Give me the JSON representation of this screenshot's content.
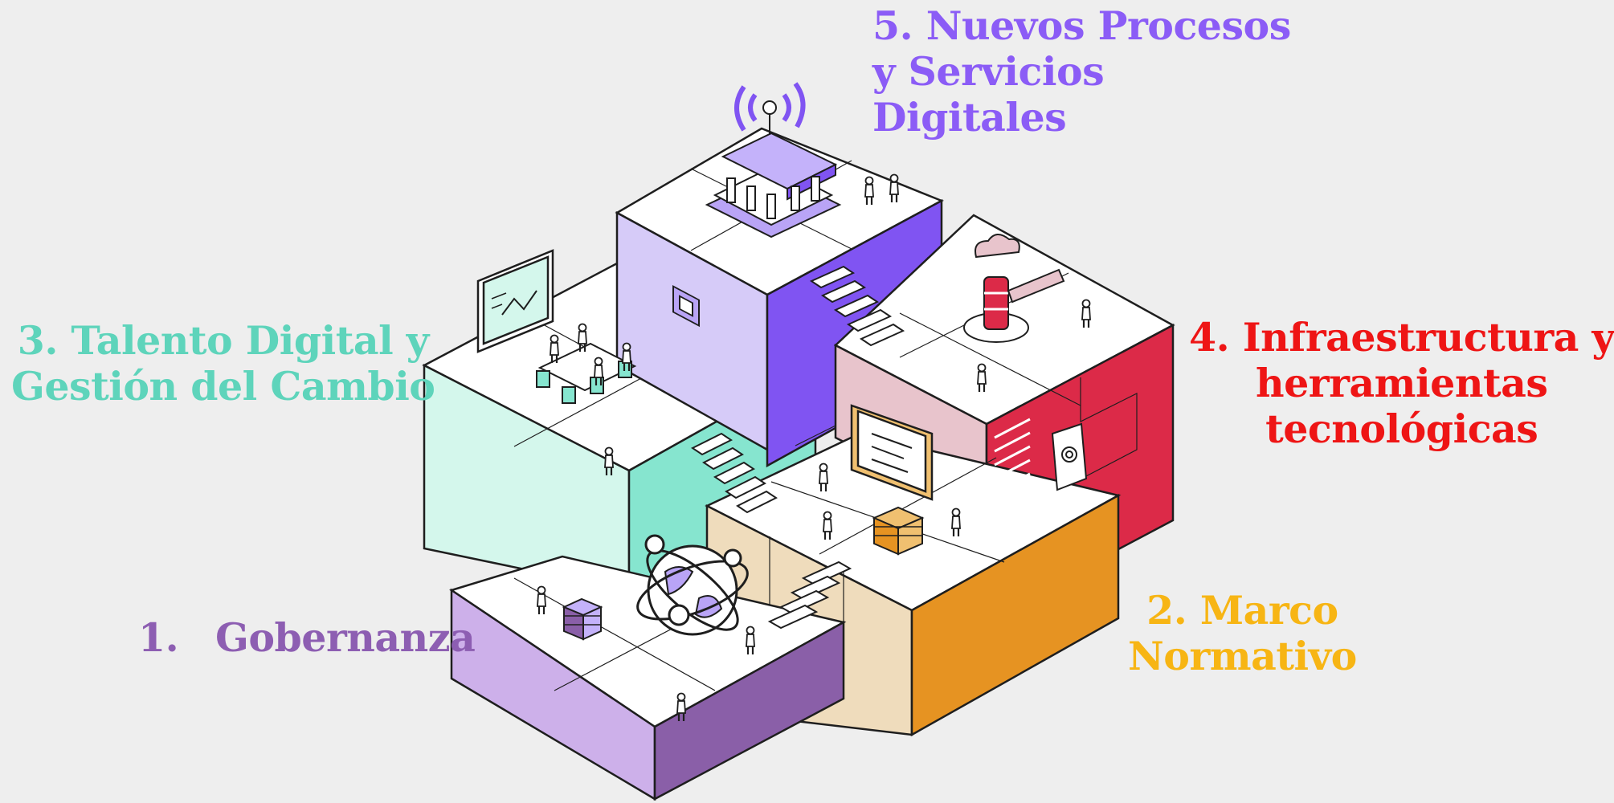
{
  "diagram": {
    "labels": {
      "pillar1": {
        "number": "1.",
        "text": "Gobernanza",
        "color": "#8d5eb2"
      },
      "pillar2": {
        "lines": [
          "2. Marco",
          "Normativo"
        ],
        "color": "#f7b514"
      },
      "pillar3": {
        "lines": [
          "3. Talento Digital y",
          "Gestión del Cambio"
        ],
        "color": "#5ed4bb"
      },
      "pillar4": {
        "lines": [
          "4. Infraestructura y",
          "herramientas",
          "tecnológicas"
        ],
        "color": "#ee1515"
      },
      "pillar5": {
        "lines": [
          "5. Nuevos Procesos",
          "y Servicios",
          "Digitales"
        ],
        "color": "#8b5cf6"
      }
    },
    "block_colors": {
      "gobernanza": {
        "top": "#ffffff",
        "left": "#cdb0ea",
        "right": "#8a5fa8"
      },
      "marco": {
        "top": "#ffffff",
        "left": "#efdcbc",
        "right": "#e69322"
      },
      "talento": {
        "top": "#ffffff",
        "left": "#d4f7ec",
        "right": "#86e5cf"
      },
      "infraestructura": {
        "top": "#ffffff",
        "left": "#e8c4cc",
        "right": "#dc2a48"
      },
      "procesos": {
        "top": "#ffffff",
        "left": "#d6cbf8",
        "right": "#8054f2"
      }
    },
    "icons": [
      "government-building-icon",
      "wireless-signal-icon",
      "microchip-icon",
      "presentation-board-icon",
      "meeting-table-icon",
      "gavel-icon",
      "cloud-icon",
      "monitor-checklist-icon",
      "fingerprint-phone-icon",
      "server-stack-icon",
      "globe-network-icon",
      "person-icon"
    ]
  }
}
